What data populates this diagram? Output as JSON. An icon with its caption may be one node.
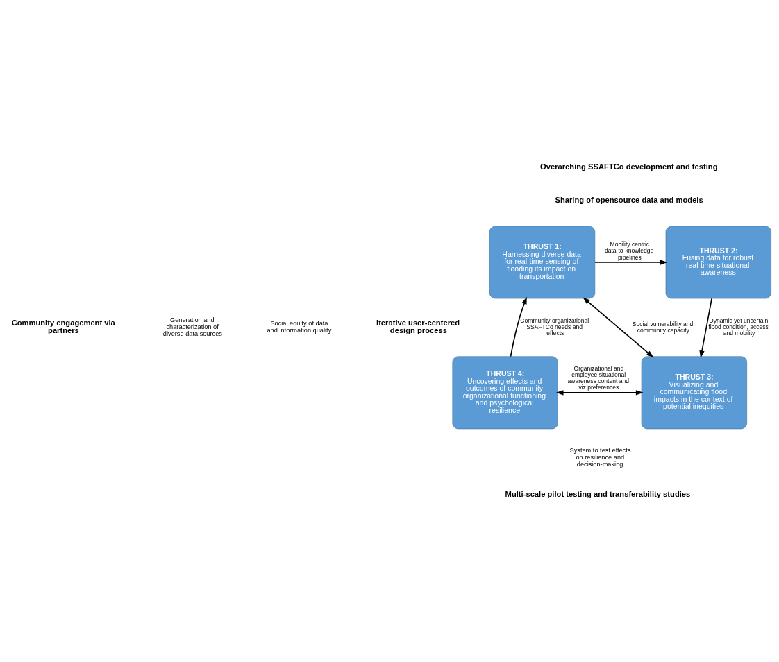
{
  "diagram": {
    "nodes": [
      {
        "text": [
          "THRUST 1:",
          "Harnessing diverse data for real-time sensing of flooding its impact on transportation"
        ]
      },
      {
        "text": [
          "THRUST 2:",
          "Fusing data for robust real-time situational awareness"
        ]
      },
      {
        "text": [
          "THRUST 3:",
          "Visualizing and communicating flood impacts in the context of potential inequities"
        ]
      },
      {
        "text": [
          "THRUST 4:",
          "Uncovering effects and outcomes of community organizational functioning and psychological resilience"
        ]
      }
    ],
    "edges": [
      {
        "from": 0,
        "to": 1,
        "arrow": "to",
        "label": "Mobility centric data-to-knowledge pipelines"
      },
      {
        "from": 0,
        "to": 2,
        "arrow": "both",
        "label": "Social vulnerability and community capacity"
      },
      {
        "from": 1,
        "to": 2,
        "arrow": "to",
        "label": "Dynamic yet uncertain flood condition, access and mobility"
      },
      {
        "from": 3,
        "to": 2,
        "arrow": "both",
        "label": "Organizational and employee situational awareness content and viz preferences"
      },
      {
        "from": 3,
        "to": 0,
        "arrow": "to",
        "label": "Community organizational SSAFTCo needs and effects"
      }
    ],
    "labels": [
      "Overarching SSAFTCo development and testing",
      "Sharing of opensource data and models",
      "Generation and characterization of diverse data sources",
      "Community engagement via partners",
      "Social equity of data and information quality",
      "Iterative user-centered design process",
      "System to test effects on resilience and decision-making",
      "Multi-scale pilot testing and transferability studies"
    ]
  }
}
